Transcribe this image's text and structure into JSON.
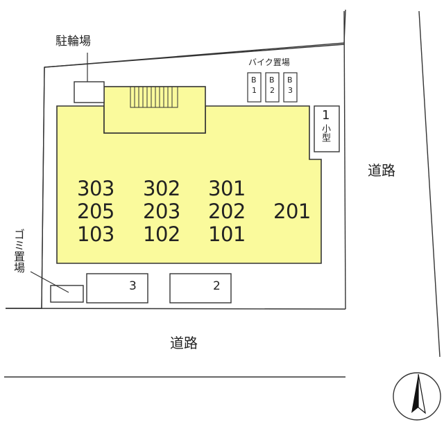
{
  "labels": {
    "bicycle_parking": "駐輪場",
    "bike_parking": "バイク置場",
    "bike_slots": [
      [
        "B",
        "1"
      ],
      [
        "B",
        "2"
      ],
      [
        "B",
        "3"
      ]
    ],
    "small_slot_number": "1",
    "small_slot_type": "小型",
    "road_right": "道路",
    "road_bottom": "道路",
    "garbage": "ゴミ置場",
    "parking_3": "3",
    "parking_2": "2"
  },
  "units": {
    "row1": [
      "303",
      "302",
      "301"
    ],
    "row2": [
      "205",
      "203",
      "202",
      "201"
    ],
    "row3": [
      "103",
      "102",
      "101"
    ]
  },
  "colors": {
    "building_fill": "#fafa9c",
    "line": "#333333"
  }
}
